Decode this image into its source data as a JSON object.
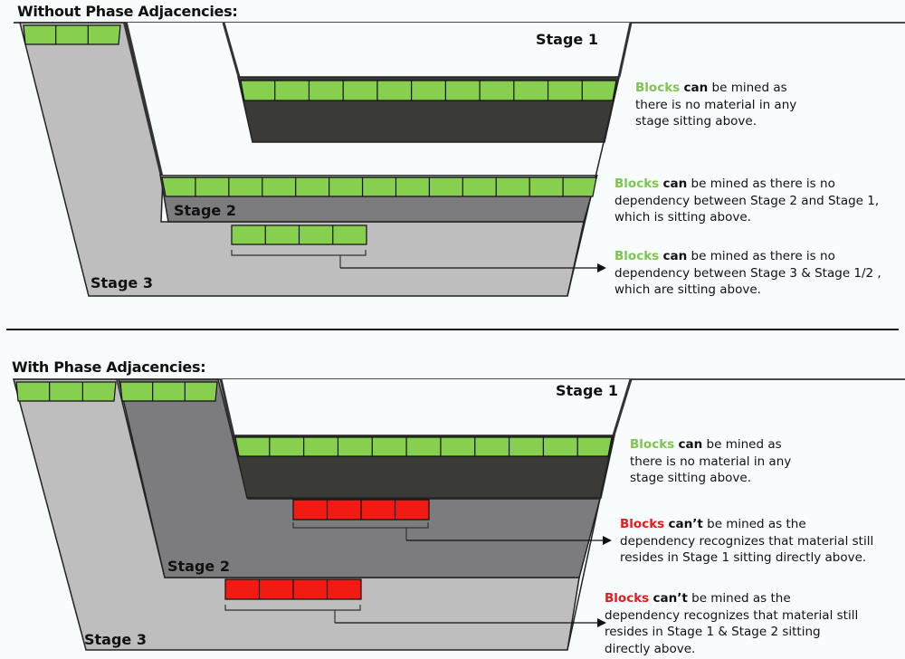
{
  "colors": {
    "background": "#f8fcfd",
    "block_green": "#86cf4f",
    "block_red": "#f21b14",
    "stage1_fill": "#3a3a36",
    "stage2_fill": "#7c7c7e",
    "stage3_fill": "#bebebe",
    "text_green": "#7ec44f",
    "text_red": "#e8191a"
  },
  "top": {
    "title": "Without Phase Adjacencies:",
    "stage_labels": {
      "stage1": "Stage 1",
      "stage2": "Stage 2",
      "stage3": "Stage 3"
    },
    "blocks": {
      "stage3_top_count": 3,
      "stage1_row_count": 11,
      "stage2_row_count": 13,
      "stage3_group_count": 4,
      "stage3_group_state": "can"
    },
    "notes": [
      {
        "lead": "Blocks",
        "keyword": "can",
        "rest": " be mined as",
        "lines": [
          "there is no material in any",
          "stage sitting above."
        ],
        "state": "can"
      },
      {
        "lead": "Blocks",
        "keyword": "can",
        "rest": " be mined as there is no",
        "lines": [
          "dependency between Stage 2 and Stage 1,",
          "which is sitting above."
        ],
        "state": "can"
      },
      {
        "lead": "Blocks",
        "keyword": "can",
        "rest": " be mined as there is no",
        "lines": [
          "dependency between Stage 3 & Stage 1/2 ,",
          "which are sitting above."
        ],
        "state": "can"
      }
    ]
  },
  "bottom": {
    "title": "With Phase Adjacencies:",
    "stage_labels": {
      "stage1": "Stage 1",
      "stage2": "Stage 2",
      "stage3": "Stage 3"
    },
    "blocks": {
      "stage3_top_count": 3,
      "stage2_top_count": 3,
      "stage1_row_count": 11,
      "stage2_group_count": 4,
      "stage2_group_state": "can't",
      "stage3_group_count": 4,
      "stage3_group_state": "can't"
    },
    "notes": [
      {
        "lead": "Blocks",
        "keyword": "can",
        "rest": " be mined as",
        "lines": [
          "there is no material in any",
          "stage sitting above."
        ],
        "state": "can"
      },
      {
        "lead": "Blocks",
        "keyword": "can’t",
        "rest": " be mined as the",
        "lines": [
          "dependency recognizes that material still",
          "resides in Stage 1 sitting directly above."
        ],
        "state": "cant"
      },
      {
        "lead": "Blocks",
        "keyword": "can’t",
        "rest": " be mined as the",
        "lines": [
          "dependency recognizes that material still",
          "resides in Stage 1 & Stage 2 sitting",
          "directly above."
        ],
        "state": "cant"
      }
    ]
  }
}
